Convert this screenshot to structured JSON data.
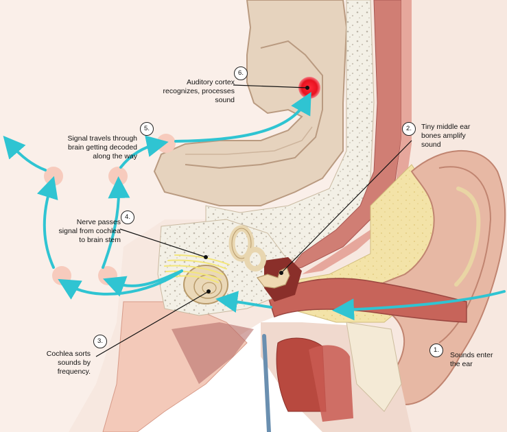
{
  "steps": [
    {
      "number": "1.",
      "lines": [
        "Sounds enter",
        "the ear"
      ]
    },
    {
      "number": "2.",
      "lines": [
        "Tiny middle ear",
        "bones amplify",
        "sound"
      ]
    },
    {
      "number": "3.",
      "lines": [
        "Cochlea sorts",
        "sounds by",
        "frequency."
      ]
    },
    {
      "number": "4.",
      "lines": [
        "Nerve passes",
        "signal from cochlea",
        "to brain stem"
      ]
    },
    {
      "number": "5.",
      "lines": [
        "Signal travels through",
        "brain getting decoded",
        "along the way"
      ]
    },
    {
      "number": "6.",
      "lines": [
        "Auditory cortex",
        "recognizes, processes",
        "sound"
      ]
    }
  ],
  "colors": {
    "arrow": "#2fc4d2",
    "node": "#f7cbbd",
    "cortex_hotspot": "#e8121f",
    "skin": "#e7b8a4",
    "ear_canal": "#c7645a",
    "brain": "#e6d3be",
    "bone": "#f3f0e6"
  }
}
